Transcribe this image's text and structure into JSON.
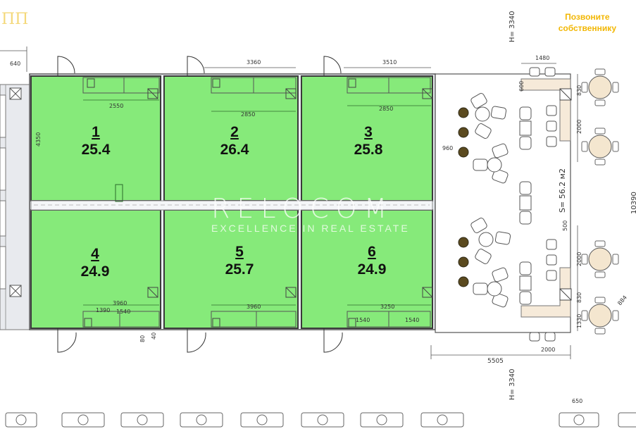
{
  "cta": {
    "line1": "Позвоните",
    "line2": "собственнику"
  },
  "corner_fragment": "ПП",
  "watermark": {
    "brand": "RELOCOM",
    "tagline": "EXCELLENCE IN REAL ESTATE"
  },
  "rooms": [
    {
      "number": "1",
      "area": "25.4"
    },
    {
      "number": "2",
      "area": "26.4"
    },
    {
      "number": "3",
      "area": "25.8"
    },
    {
      "number": "4",
      "area": "24.9"
    },
    {
      "number": "5",
      "area": "25.7"
    },
    {
      "number": "6",
      "area": "24.9"
    }
  ],
  "dimensions": {
    "height_top": "H= 3340",
    "height_bottom": "H= 3340",
    "hall_area": "S= 56.2 м2",
    "width_bottom": "5505",
    "right_edge": "10390",
    "d_640": "640",
    "d_3360": "3360",
    "d_3510": "3510",
    "d_1480": "1480",
    "d_2550": "2550",
    "d_2850": "2850",
    "d_2850b": "2850",
    "d_4350": "4350",
    "d_3960": "3960",
    "d_3960b": "3960",
    "d_3250": "3250",
    "d_1540": "1540",
    "d_1540b": "1540",
    "d_1540c": "1540",
    "d_1390": "1390",
    "d_2000a": "2000",
    "d_2000b": "2000",
    "d_2000c": "2000",
    "d_830a": "830",
    "d_830b": "830",
    "d_600": "600",
    "d_500": "500",
    "d_960": "960",
    "d_80": "80",
    "d_40": "40",
    "d_884": "884",
    "d_650": "650",
    "d_1330": "1330"
  },
  "colors": {
    "room_fill": "#86ea7a",
    "room_border": "#3a3a3a",
    "cta": "#f2b705"
  }
}
